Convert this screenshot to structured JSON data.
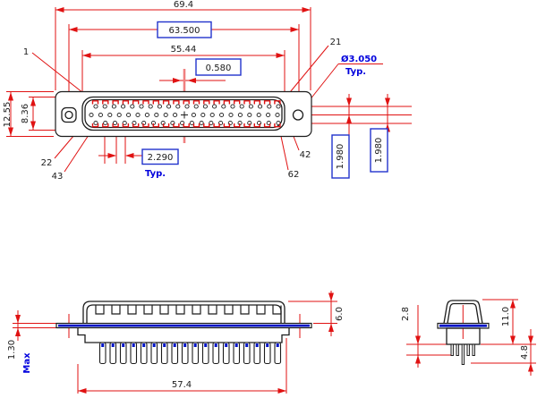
{
  "drawing_type": "D-sub 62-pin connector technical drawing, 3 views",
  "colors": {
    "dimension_red": "#e01212",
    "geometry_black": "#1c1c1c",
    "annotation_blue": "#0000dd",
    "box_border_blue": "#2233cc",
    "flange_blue": "#0014c8",
    "centerline_pink": "#f08080"
  },
  "front_view": {
    "dim_overall_width": "69.4",
    "dim_mount_hole_spacing": "63.500",
    "dim_shell_width": "55.44",
    "dim_pin_diameter": "0.580",
    "dim_flange_height": "12.55",
    "dim_opening_height": "8.36",
    "dim_pin_pitch": "2.290",
    "pin_pitch_note": "Typ.",
    "dim_row_spacing_a": "1.980",
    "dim_row_spacing_b": "1.980",
    "mount_hole_diameter": "Ø3.050",
    "mount_hole_note": "Typ.",
    "pin_label_1": "1",
    "pin_label_21": "21",
    "pin_label_22": "22",
    "pin_label_42": "42",
    "pin_label_43": "43",
    "pin_label_62": "62",
    "pin_rows": [
      21,
      21,
      20
    ],
    "dimple_count_top": 19,
    "dimple_count_bottom": 19
  },
  "side_view": {
    "dim_flange_thickness": "1.30",
    "flange_thickness_note": "Max",
    "dim_body_width": "57.4",
    "dim_shell_height": "6.0",
    "slot_count": 12,
    "tail_pin_count": 18
  },
  "end_view": {
    "dim_tail_short": "2.8",
    "dim_shell_height": "11.0",
    "dim_tail_long": "4.8"
  }
}
